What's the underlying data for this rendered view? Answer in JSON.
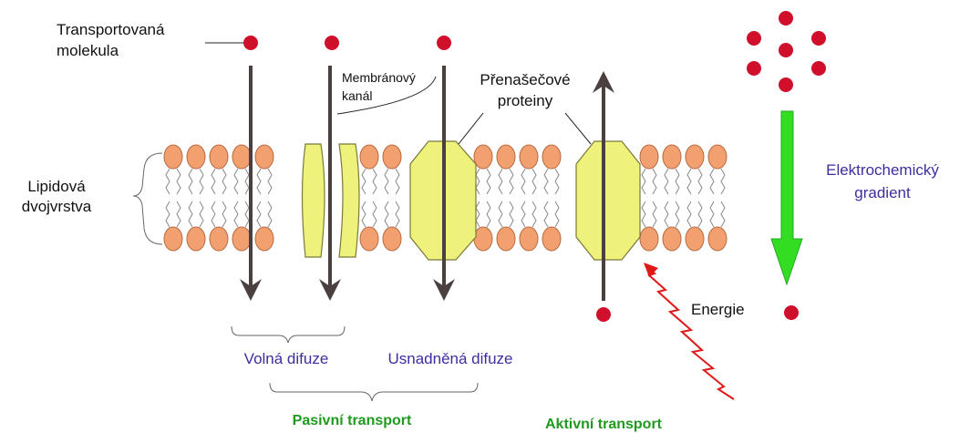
{
  "labels": {
    "transported_molecule_line1": "Transportovaná",
    "transported_molecule_line2": "molekula",
    "membrane_channel_line1": "Membránový",
    "membrane_channel_line2": "kanál",
    "carrier_proteins_line1": "Přenašečové",
    "carrier_proteins_line2": "proteiny",
    "lipid_bilayer_line1": "Lipidová",
    "lipid_bilayer_line2": "dvojvrstva",
    "electrochemical_gradient_line1": "Elektrochemický",
    "electrochemical_gradient_line2": "gradient",
    "energy": "Energie",
    "free_diffusion": "Volná difuze",
    "facilitated_diffusion": "Usnadněná difuze",
    "passive_transport": "Pasivní transport",
    "active_transport": "Aktivní transport"
  },
  "colors": {
    "text_dark": "#111111",
    "text_blue": "#3b2fa0",
    "text_green": "#1f9a1f",
    "molecule": "#d0102a",
    "arrow": "#4a4040",
    "gradient_arrow": "#33dd22",
    "protein_fill": "#eef27a",
    "protein_stroke": "#7a7a3a",
    "lipid_head_fill": "#f2a070",
    "lipid_head_stroke": "#b86a40",
    "energy_wave": "#e01818"
  }
}
